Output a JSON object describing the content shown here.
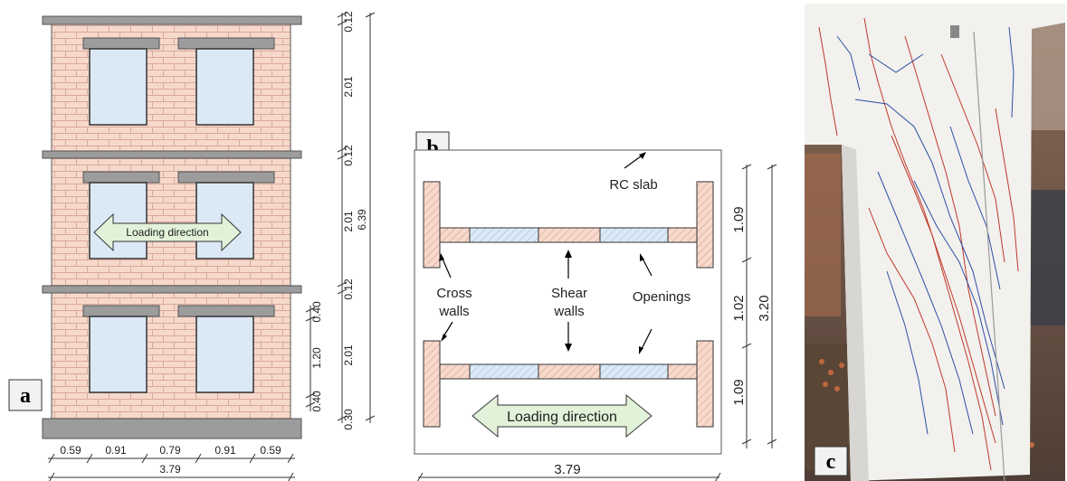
{
  "panel_a": {
    "label": "a",
    "loading_arrow_text": "Loading direction",
    "right_dims": [
      "0.12",
      "2.01",
      "0.12",
      "2.01",
      "0.12",
      "2.01",
      "0.30"
    ],
    "overall_height": "6.39",
    "window_dims": [
      "0.40",
      "1.20",
      "0.40"
    ],
    "bottom_dims": [
      "0.59",
      "0.91",
      "0.79",
      "0.91",
      "0.59"
    ],
    "total_width": "3.79",
    "colors": {
      "brick": "#f7d9cc",
      "mortar": "#d8a89a",
      "window": "#dbe9f6",
      "slab": "#9c9c9c",
      "arrow": "#e1f2d8"
    }
  },
  "panel_b": {
    "label": "b",
    "rc_slab_label": "RC slab",
    "cross_walls_label": [
      "Cross",
      "walls"
    ],
    "shear_walls_label": [
      "Shear",
      "walls"
    ],
    "openings_label": "Openings",
    "loading_arrow_text": "Loading direction",
    "right_dims": [
      "1.09",
      "1.02",
      "1.09"
    ],
    "overall_height": "3.20",
    "total_width": "3.79",
    "colors": {
      "wall": "#f7d9cc",
      "opening": "#dbe9f6",
      "arrow": "#e1f2d8"
    }
  },
  "panel_c": {
    "label": "c",
    "photo_description_icon": "cracked-wall-photo"
  }
}
